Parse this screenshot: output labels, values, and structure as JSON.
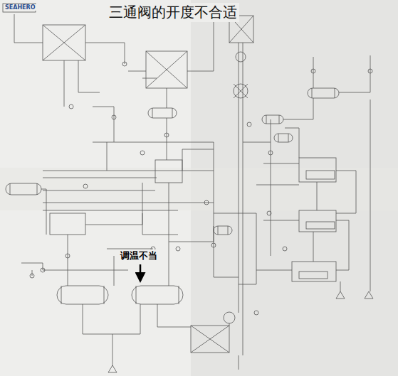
{
  "diagram": {
    "title": "三通阀的开度不合适",
    "labels": [
      "SEAHERO",
      "调温不当"
    ]
  }
}
